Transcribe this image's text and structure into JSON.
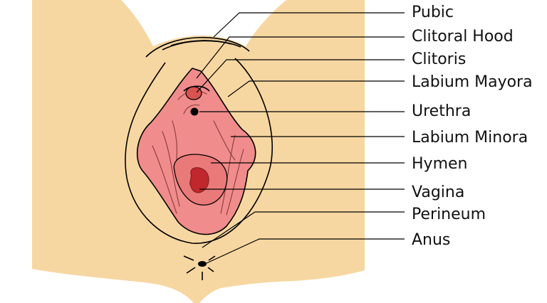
{
  "colors": {
    "skin": "#f7d7a1",
    "mucosa": "#f08c8c",
    "mucosa_inner": "#ea7a7a",
    "clitoris": "#d9534f",
    "vagina": "#c0282d",
    "line": "#000000"
  },
  "labels": [
    {
      "id": "pubic",
      "text": "Pubic"
    },
    {
      "id": "clitoral_hood",
      "text": "Clitoral Hood"
    },
    {
      "id": "clitoris",
      "text": "Clitoris"
    },
    {
      "id": "labium_mayora",
      "text": "Labium Mayora"
    },
    {
      "id": "urethra",
      "text": "Urethra"
    },
    {
      "id": "labium_minora",
      "text": "Labium Minora"
    },
    {
      "id": "hymen",
      "text": "Hymen"
    },
    {
      "id": "vagina",
      "text": "Vagina"
    },
    {
      "id": "perineum",
      "text": "Perineum"
    },
    {
      "id": "anus",
      "text": "Anus"
    }
  ]
}
